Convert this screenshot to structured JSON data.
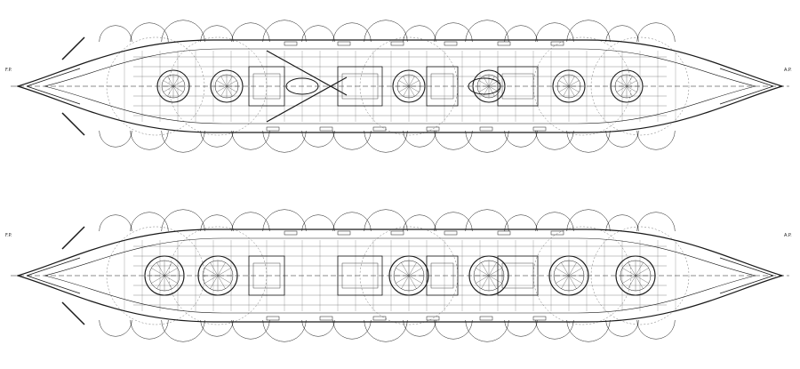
{
  "plans": [
    {
      "id": "upper-deck-plan",
      "turrets": 6,
      "bow_label": "F.P.",
      "stern_label": "A.P."
    },
    {
      "id": "lower-deck-plan",
      "turrets": 6,
      "bow_label": "F.P.",
      "stern_label": "A.P."
    }
  ],
  "colors": {
    "ink": "#1a1a1a",
    "paper": "#ffffff"
  }
}
